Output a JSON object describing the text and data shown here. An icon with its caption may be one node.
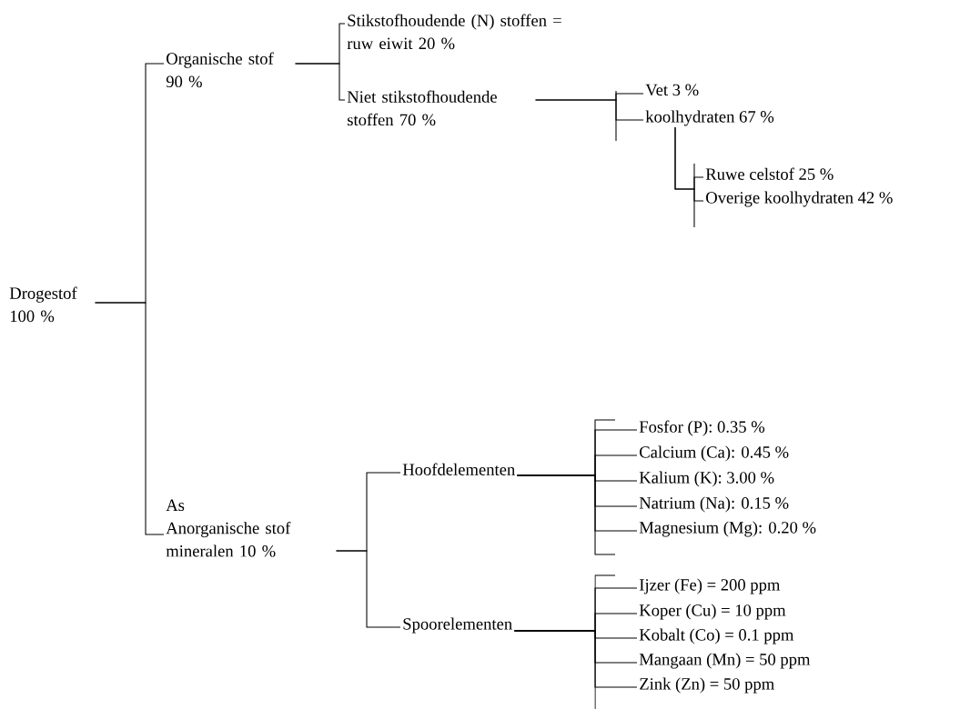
{
  "diagram": {
    "nodes": [
      {
        "text": [
          "Drogestof 100 %"
        ]
      },
      {
        "text": [
          "Organische stof 90 %"
        ]
      },
      {
        "text": [
          "Stikstofhoudende (N) stoffen = ruw eiwit 20 %"
        ]
      },
      {
        "text": [
          "Niet stikstofhoudende stoffen 70 %"
        ]
      },
      {
        "text": [
          "Vet 3 %"
        ]
      },
      {
        "text": [
          "koolhydraten 67 %"
        ]
      },
      {
        "text": [
          "Ruwe celstof 25 %"
        ]
      },
      {
        "text": [
          "Overige koolhydraten 42 %"
        ]
      },
      {
        "text": [
          "As",
          "Anorganische stof mineralen 10 %"
        ]
      },
      {
        "text": [
          "Hoofdelementen"
        ]
      },
      {
        "text": [
          "Fosfor (P): 0.35 %"
        ]
      },
      {
        "text": [
          "Calcium (Ca): 0.45 %"
        ]
      },
      {
        "text": [
          "Kalium (K): 3.00 %"
        ]
      },
      {
        "text": [
          "Natrium (Na): 0.15 %"
        ]
      },
      {
        "text": [
          "Magnesium (Mg): 0.20 %"
        ]
      },
      {
        "text": [
          "Spoorelementen"
        ]
      },
      {
        "text": [
          "Ijzer (Fe) = 200 ppm"
        ]
      },
      {
        "text": [
          "Koper (Cu) = 10 ppm"
        ]
      },
      {
        "text": [
          "Kobalt (Co) = 0.1 ppm"
        ]
      },
      {
        "text": [
          "Mangaan (Mn) = 50 ppm"
        ]
      },
      {
        "text": [
          "Zink (Zn) = 50 ppm"
        ]
      }
    ],
    "edges": [
      {
        "from": 0,
        "to": 1,
        "arrow": "none"
      },
      {
        "from": 0,
        "to": 8,
        "arrow": "none"
      },
      {
        "from": 1,
        "to": 2,
        "arrow": "none"
      },
      {
        "from": 1,
        "to": 3,
        "arrow": "none"
      },
      {
        "from": 3,
        "to": 4,
        "arrow": "none"
      },
      {
        "from": 3,
        "to": 5,
        "arrow": "none"
      },
      {
        "from": 5,
        "to": 6,
        "arrow": "none"
      },
      {
        "from": 5,
        "to": 7,
        "arrow": "none"
      },
      {
        "from": 8,
        "to": 9,
        "arrow": "none"
      },
      {
        "from": 8,
        "to": 15,
        "arrow": "none"
      },
      {
        "from": 9,
        "to": 10,
        "arrow": "none"
      },
      {
        "from": 9,
        "to": 11,
        "arrow": "none"
      },
      {
        "from": 9,
        "to": 12,
        "arrow": "none"
      },
      {
        "from": 9,
        "to": 13,
        "arrow": "none"
      },
      {
        "from": 9,
        "to": 14,
        "arrow": "none"
      },
      {
        "from": 15,
        "to": 16,
        "arrow": "none"
      },
      {
        "from": 15,
        "to": 17,
        "arrow": "none"
      },
      {
        "from": 15,
        "to": 18,
        "arrow": "none"
      },
      {
        "from": 15,
        "to": 19,
        "arrow": "none"
      },
      {
        "from": 15,
        "to": 20,
        "arrow": "none"
      }
    ]
  }
}
